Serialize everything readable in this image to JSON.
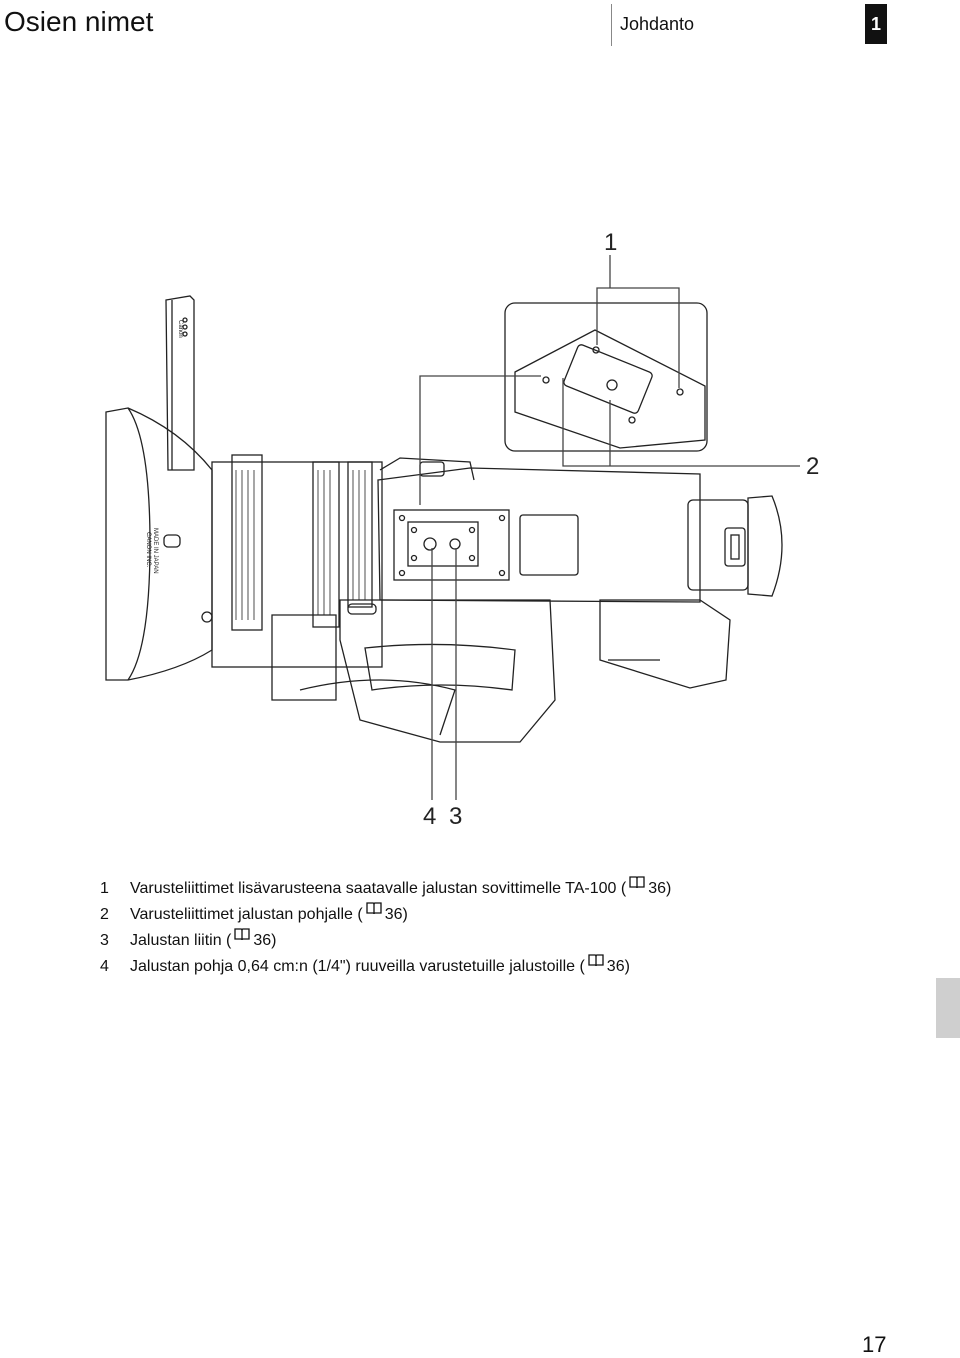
{
  "header": {
    "title": "Osien nimet",
    "section": "Johdanto",
    "chapter": "1"
  },
  "figure": {
    "callouts": [
      "1",
      "2",
      "4",
      "3"
    ],
    "camera_text": {
      "line1": "CANON INC.",
      "line2": "MADE IN JAPAN",
      "grip_label": "Canon"
    }
  },
  "legend": [
    {
      "num": "1",
      "pre": "Varusteliittimet lisävarusteena saatavalle jalustan sovittimelle TA-100 (",
      "ref": "36",
      "post": ")"
    },
    {
      "num": "2",
      "pre": "Varusteliittimet jalustan pohjalle (",
      "ref": "36",
      "post": ")"
    },
    {
      "num": "3",
      "pre": "Jalustan liitin (",
      "ref": "36",
      "post": ")"
    },
    {
      "num": "4",
      "pre": "Jalustan pohja 0,64 cm:n (1/4\") ruuveilla varustetuille jalustoille (",
      "ref": "36",
      "post": ")"
    }
  ],
  "page_number": "17"
}
